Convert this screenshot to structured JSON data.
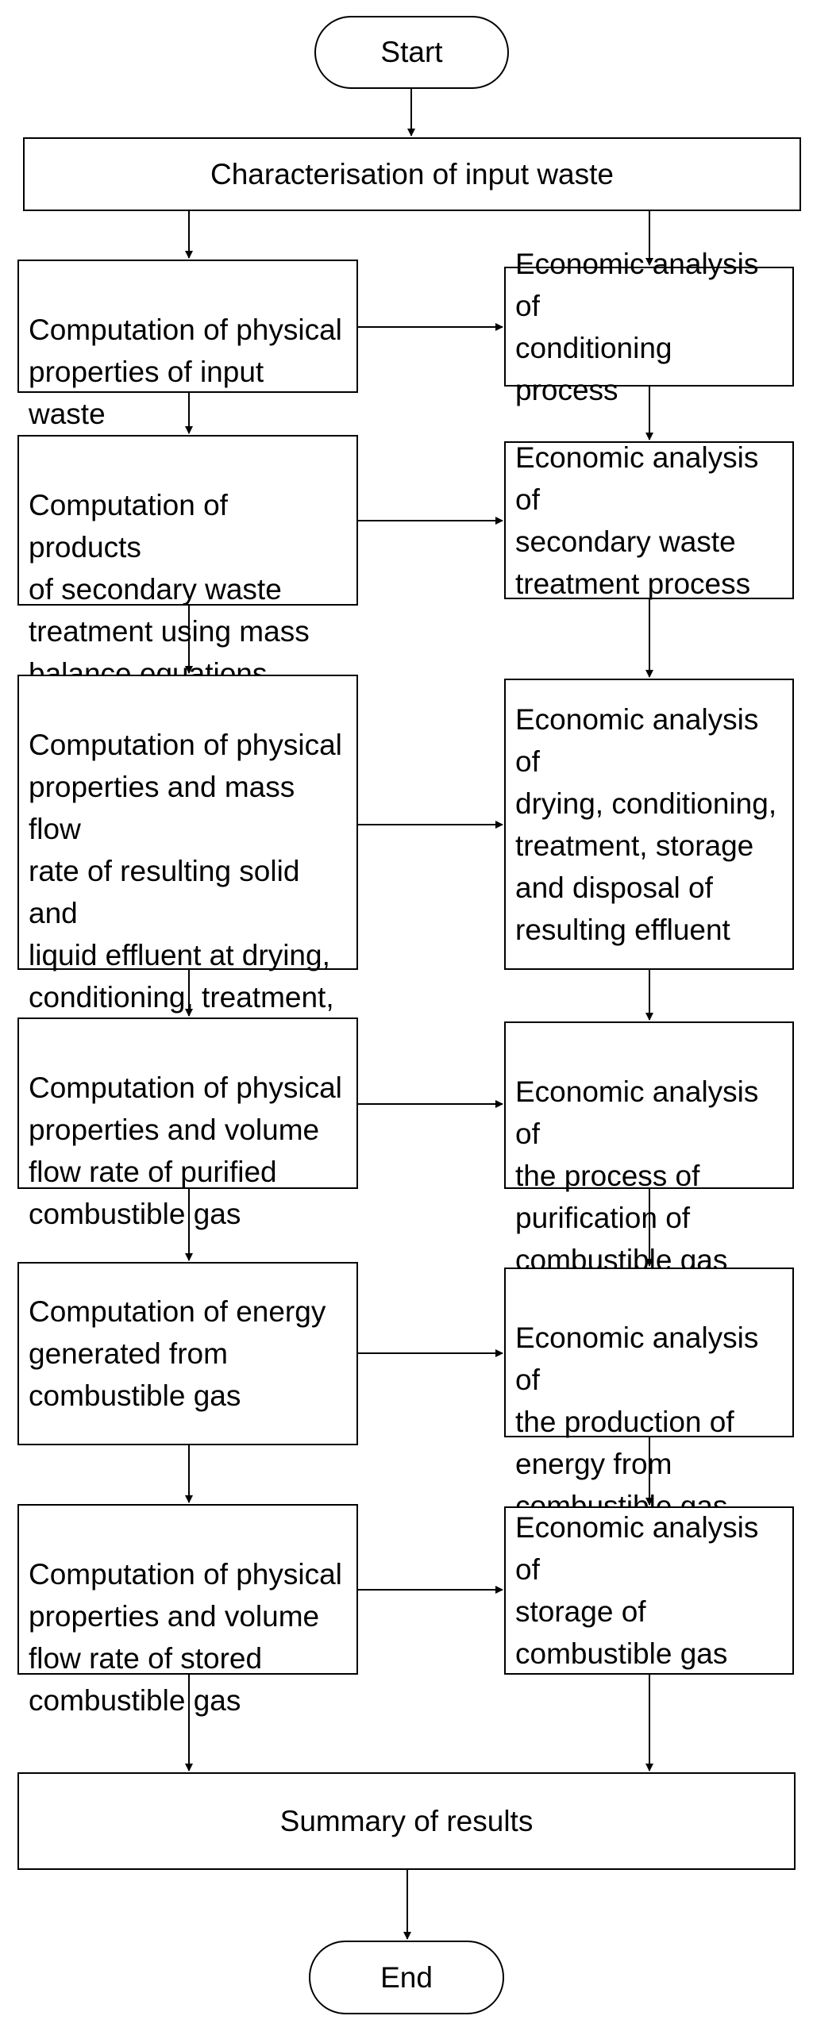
{
  "start": "Start",
  "end": "End",
  "characterisation": "Characterisation of input waste",
  "summary": "Summary of results",
  "left_steps": [
    {
      "text": "Computation of physical\nproperties of input waste\nfollowing conditioning"
    },
    {
      "text": "Computation of products\nof secondary waste\ntreatment using mass\nbalance equations"
    },
    {
      "text": "Computation of physical\nproperties and mass flow\nrate of resulting solid and\nliquid effluent at drying,\nconditioning, treatment,\nstorage and disposal\nstages"
    },
    {
      "text": "Computation of physical\nproperties and volume\nflow rate of purified\ncombustible gas"
    },
    {
      "text": "Computation of energy\ngenerated from\ncombustible gas"
    },
    {
      "text": "Computation of physical\nproperties and volume\nflow rate of stored\ncombustible gas"
    }
  ],
  "right_steps": [
    {
      "text": "Economic analysis of\nconditioning process"
    },
    {
      "text": "Economic analysis of\nsecondary waste\ntreatment process"
    },
    {
      "text": "Economic analysis of\ndrying, conditioning,\ntreatment, storage\nand disposal of\nresulting effluent"
    },
    {
      "text": "Economic analysis of\nthe process of\npurification of\ncombustible gas"
    },
    {
      "text": "Economic analysis of\nthe production of\nenergy from\ncombustible gas"
    },
    {
      "text": "Economic analysis of\nstorage of\ncombustible gas"
    }
  ]
}
